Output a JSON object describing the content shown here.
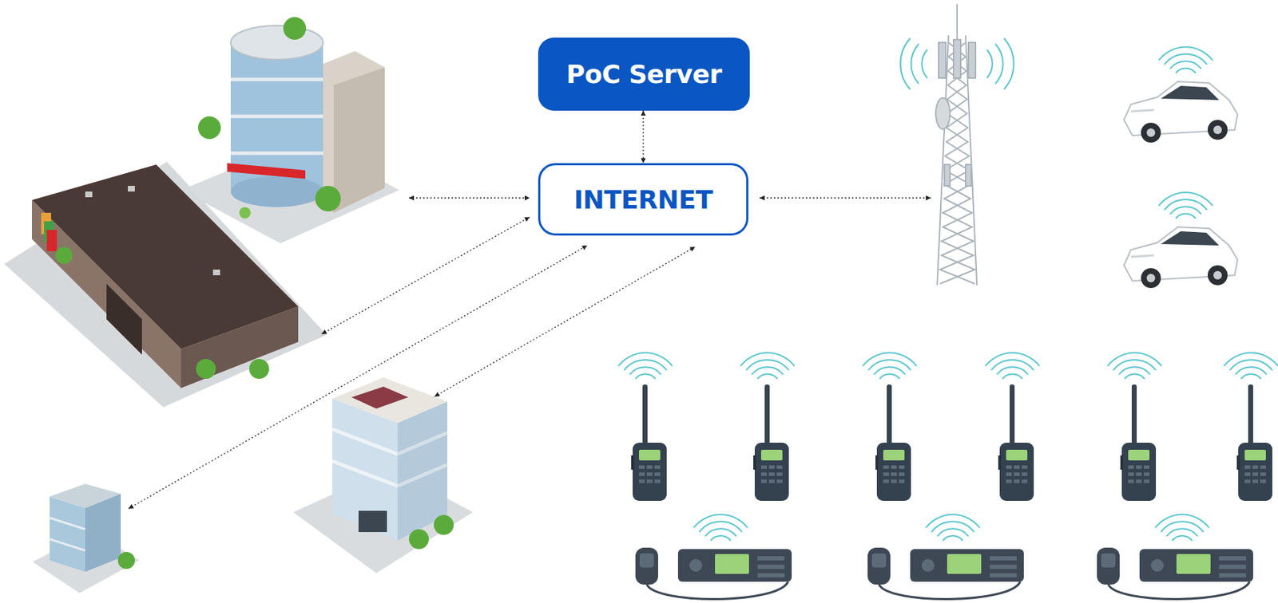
{
  "diagram": {
    "nodes": [
      {
        "text": [
          "PoC Server"
        ]
      },
      {
        "text": [
          "INTERNET"
        ]
      }
    ],
    "edges": [
      {
        "from": 0,
        "to": 1,
        "arrow": "both"
      }
    ]
  }
}
